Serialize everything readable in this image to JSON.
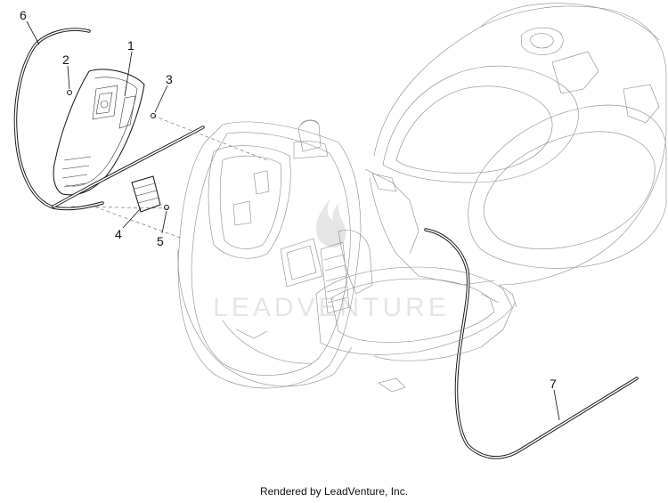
{
  "diagram": {
    "parts": [
      {
        "id": "1",
        "label": "1"
      },
      {
        "id": "2",
        "label": "2"
      },
      {
        "id": "3",
        "label": "3"
      },
      {
        "id": "4",
        "label": "4"
      },
      {
        "id": "5",
        "label": "5"
      },
      {
        "id": "6",
        "label": "6"
      },
      {
        "id": "7",
        "label": "7"
      }
    ],
    "watermark": "LEADVENTURE",
    "credit": "Rendered by LeadVenture, Inc."
  }
}
